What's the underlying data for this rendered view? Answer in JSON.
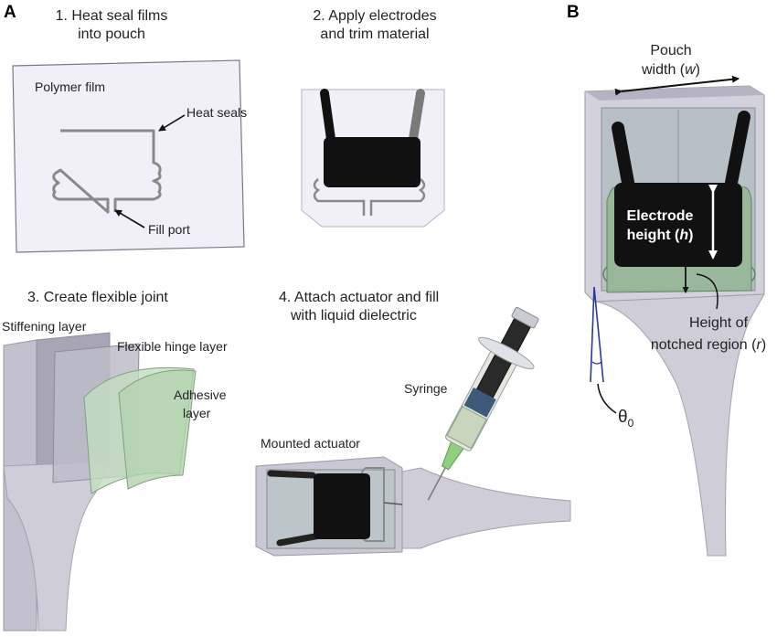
{
  "panels": {
    "a": "A",
    "b": "B"
  },
  "steps": {
    "step1": {
      "line1": "1. Heat seal films",
      "line2": "into pouch"
    },
    "step2": {
      "line1": "2. Apply electrodes",
      "line2": "and trim material"
    },
    "step3": {
      "line1": "3. Create flexible joint"
    },
    "step4": {
      "line1": "4. Attach actuator and fill",
      "line2": "with liquid dielectric"
    }
  },
  "labels": {
    "polymer_film": "Polymer film",
    "heat_seals": "Heat seals",
    "fill_port": "Fill port",
    "stiffening_layer": "Stiffening layer",
    "flexible_hinge_layer": "Flexible hinge layer",
    "adhesive_line1": "Adhesive",
    "adhesive_line2": "layer",
    "syringe": "Syringe",
    "mounted_actuator": "Mounted actuator"
  },
  "panel_b": {
    "pouch_line1": "Pouch",
    "pouch_line2_prefix": "width (",
    "pouch_var": "w",
    "pouch_line2_suffix": ")",
    "electrode_line1": "Electrode",
    "electrode_line2_prefix": "height (",
    "electrode_var": "h",
    "electrode_line2_suffix": ")",
    "notch_line1": "Height of",
    "notch_line2_prefix": "notched region (",
    "notch_var": "r",
    "notch_line2_suffix": ")",
    "theta": "θ",
    "theta_sub": "0"
  },
  "colors": {
    "film": "#ece9f4",
    "film_edge": "#8c8898",
    "electrode": "#111111",
    "seal": "#8a8a8a",
    "plate": "#c9c7d4",
    "plate_dark": "#a9a7b6",
    "hinge_green": "#b9d6b5",
    "green_edge": "#7fa07a",
    "theta_blue": "#2b3a9a"
  }
}
